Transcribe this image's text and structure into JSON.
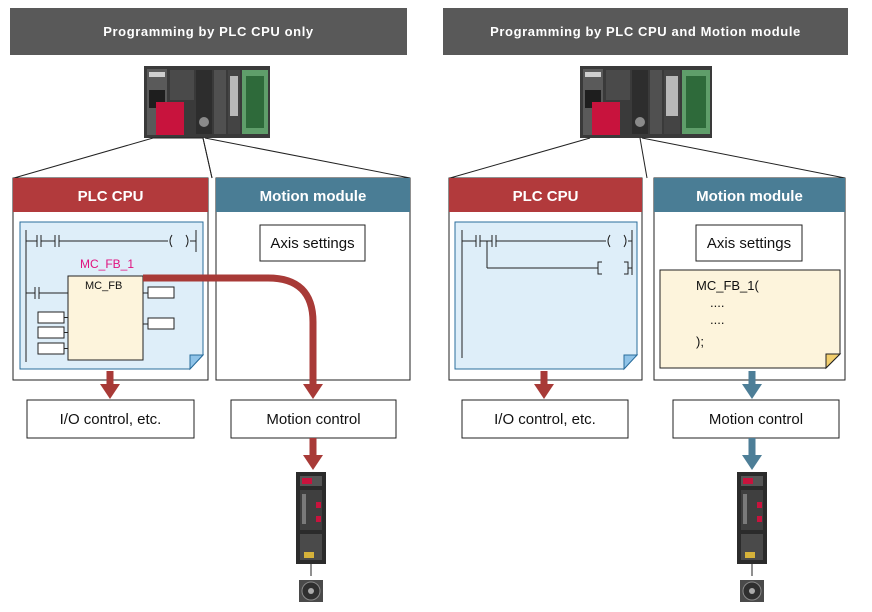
{
  "colors": {
    "header_bg": "#595959",
    "plc_red": "#b23a3c",
    "motion_blue": "#4a7d95",
    "arrow_red": "#a83a37",
    "arrow_blue": "#4d7e97",
    "program_blue_bg": "#deeef9",
    "program_yellow_bg": "#fdf4dc"
  },
  "left": {
    "header": "Programming by PLC CPU only",
    "plc_title": "PLC CPU",
    "motion_title": "Motion module",
    "axis_settings": "Axis settings",
    "fb_instance": "MC_FB_1",
    "fb_type": "MC_FB",
    "io_control": "I/O control, etc.",
    "motion_control": "Motion control"
  },
  "right": {
    "header": "Programming by PLC CPU and Motion module",
    "plc_title": "PLC CPU",
    "motion_title": "Motion module",
    "axis_settings": "Axis settings",
    "code_lines": [
      "MC_FB_1(",
      "....",
      "....",
      ");"
    ],
    "io_control": "I/O control, etc.",
    "motion_control": "Motion control"
  },
  "icons": [
    "plc-rack-icon",
    "servo-amplifier-icon",
    "servo-motor-icon"
  ]
}
